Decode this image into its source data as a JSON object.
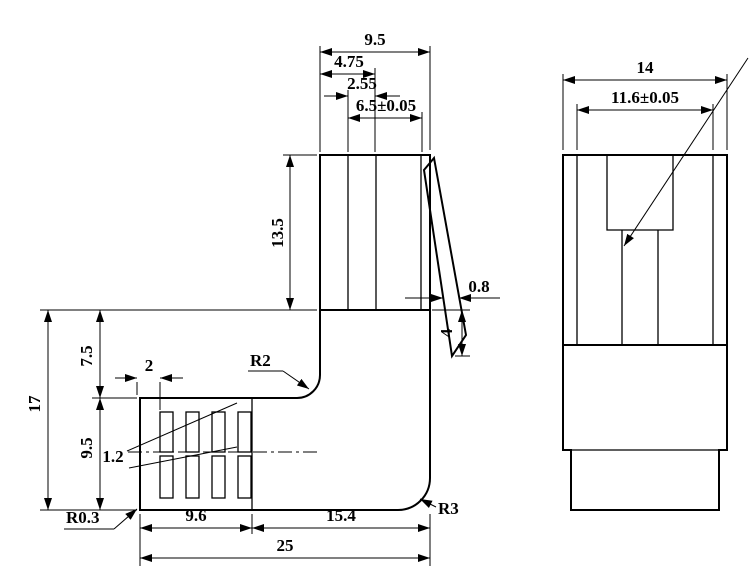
{
  "drawing": {
    "colors": {
      "ink": "#000000",
      "background": "#ffffff"
    },
    "side_view": {
      "width_total": "9.5",
      "width_step1": "4.75",
      "width_step2": "2.55",
      "width_cavity": "6.5±0.05",
      "plug_height": "13.5",
      "latch_thickness": "0.8",
      "latch_height": "4",
      "height_total": "17",
      "height_upper": "7.5",
      "height_lower": "9.5",
      "rib_offset": "2",
      "rib_slot": "1.2",
      "radius_inner": "R2",
      "radius_outer": "R3",
      "radius_corner": "R0.3",
      "len_boot": "9.6",
      "len_body": "15.4",
      "len_total": "25"
    },
    "front_view": {
      "width_total": "14",
      "width_inner": "11.6±0.05"
    }
  }
}
